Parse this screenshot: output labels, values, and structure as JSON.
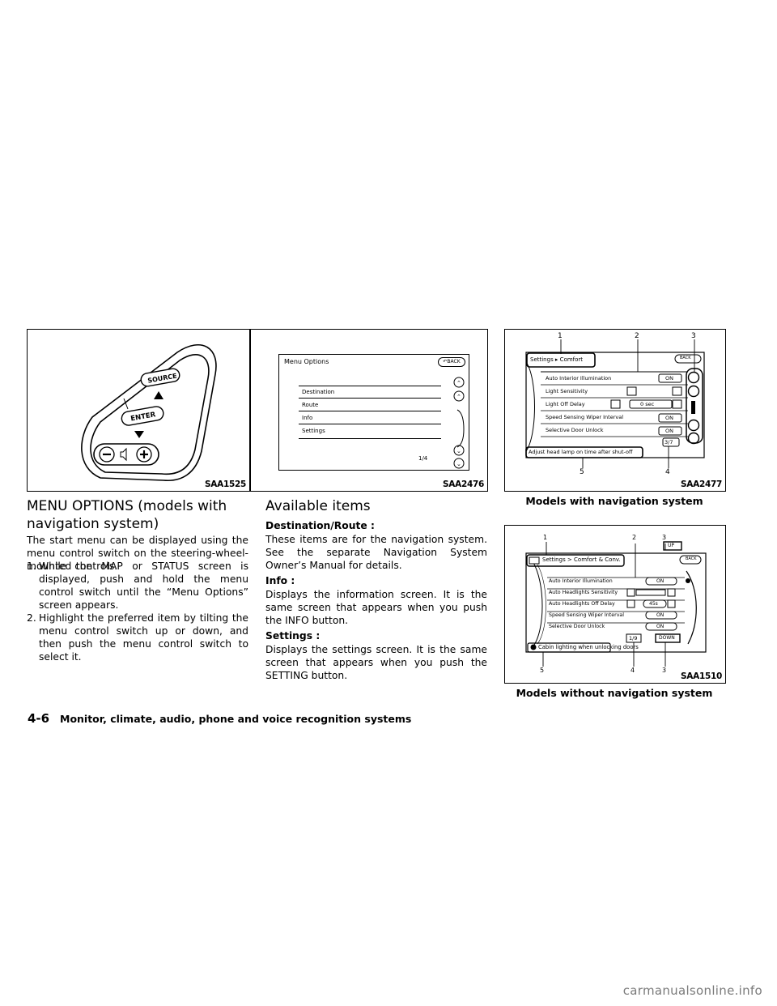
{
  "figures": {
    "steering": {
      "code": "SAA1525",
      "labels": {
        "source": "SOURCE",
        "enter": "ENTER"
      }
    },
    "menu": {
      "code": "SAA2476",
      "title": "Menu Options",
      "back": "BACK",
      "items": [
        "Destination",
        "Route",
        "Info",
        "Settings"
      ],
      "page": "1/4"
    },
    "nav": {
      "code": "SAA2477",
      "caption": "Models with navigation system",
      "breadcrumb": "Settings ▸ Comfort",
      "back": "BACK",
      "rows": [
        {
          "label": "Auto Interior Illumination",
          "value": "ON"
        },
        {
          "label": "Light Sensitivity",
          "value": ""
        },
        {
          "label": "Light Off Delay",
          "value": "0 sec"
        },
        {
          "label": "Speed Sensing Wiper Interval",
          "value": "ON"
        },
        {
          "label": "Selective Door Unlock",
          "value": "ON"
        }
      ],
      "page": "3/7",
      "hint": "Adjust head lamp on time after shut-off",
      "callouts_top": [
        "1",
        "2",
        "3"
      ],
      "callouts_bottom": [
        "5",
        "4"
      ]
    },
    "nonav": {
      "code": "SAA1510",
      "caption": "Models without navigation system",
      "breadcrumb": "Settings > Comfort & Conv.",
      "back": "BACK",
      "up": "UP",
      "down": "DOWN",
      "rows": [
        {
          "label": "Auto Interior Illumination",
          "value": "ON"
        },
        {
          "label": "Auto Headlights Sensitivity",
          "value": ""
        },
        {
          "label": "Auto Headlights Off Delay",
          "value": "45s"
        },
        {
          "label": "Speed Sensing Wiper Interval",
          "value": "ON"
        },
        {
          "label": "Selective Door Unlock",
          "value": "ON"
        }
      ],
      "page": "1/9",
      "hint": "Cabin lighting when unlocking doors",
      "callouts_top": [
        "1",
        "2",
        "3"
      ],
      "callouts_bottom": [
        "5",
        "4",
        "3"
      ]
    }
  },
  "section1": {
    "heading": "MENU OPTIONS (models with navigation system)",
    "heading_line1": "MENU OPTIONS (models with",
    "heading_line2": "navigation system)",
    "intro": "The start menu can be displayed using the menu control switch on the steering-wheel-mounted controls.",
    "steps": [
      {
        "num": "1.",
        "text": "While the MAP or STATUS screen is displayed, push and hold the menu control switch until the “Menu Options” screen appears."
      },
      {
        "num": "2.",
        "text": "Highlight the preferred item by tilting the menu control switch up or down, and then push the menu control switch to select it."
      }
    ]
  },
  "section2": {
    "heading": "Available items",
    "items": [
      {
        "term": "Destination/Route :",
        "desc": "These items are for the navigation system. See the separate Navigation System Owner’s Manual for details."
      },
      {
        "term": "Info :",
        "desc": "Displays the information screen. It is the same screen that appears when you push the INFO button."
      },
      {
        "term": "Settings :",
        "desc": "Displays the settings screen. It is the same screen that appears when you push the SETTING button."
      }
    ]
  },
  "footer": {
    "page_number": "4-6",
    "chapter": "Monitor, climate, audio, phone and voice recognition systems"
  },
  "watermark": "carmanualsonline.info"
}
